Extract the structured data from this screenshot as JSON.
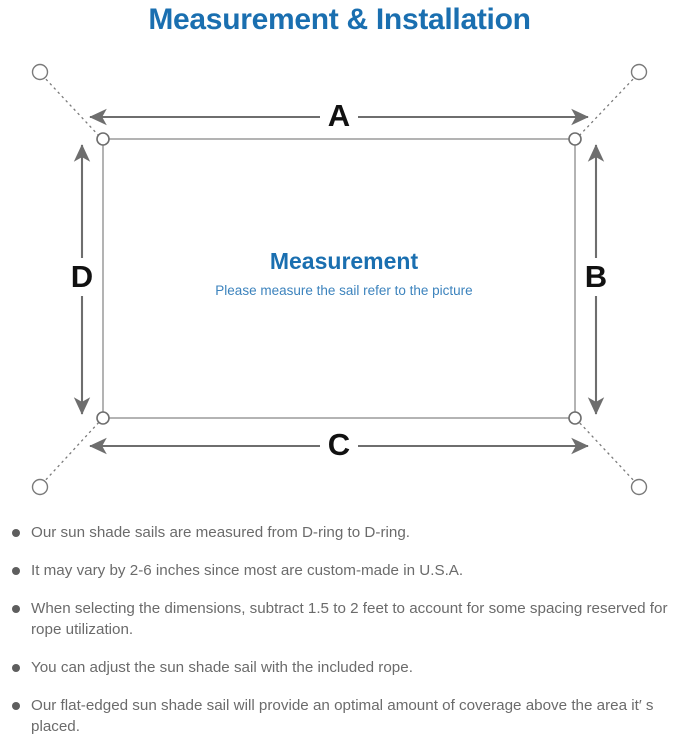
{
  "header": {
    "title": "Measurement & Installation",
    "title_color": "#1a6fb0"
  },
  "diagram": {
    "center_title": "Measurement",
    "center_subtitle": "Please measure the sail refer to the picture",
    "dimension_labels": {
      "top": "A",
      "right": "B",
      "bottom": "C",
      "left": "D"
    },
    "sail_edge_color": "#8a8a8a",
    "arrow_color": "#6e6e6e",
    "anchor_color": "#6e6e6e",
    "d_ring_count": 4,
    "anchor_point_count": 4
  },
  "notes": [
    "Our sun shade sails are measured from D-ring to D-ring.",
    "It may vary by 2-6 inches since most are custom-made in U.S.A.",
    "When selecting the dimensions, subtract 1.5 to 2 feet to account for some spacing reserved for rope utilization.",
    "You can adjust the sun shade sail with the included rope.",
    "Our flat-edged sun shade sail will provide an optimal amount of coverage above the area it′ s placed."
  ],
  "notes_text_color": "#6b6b6b"
}
